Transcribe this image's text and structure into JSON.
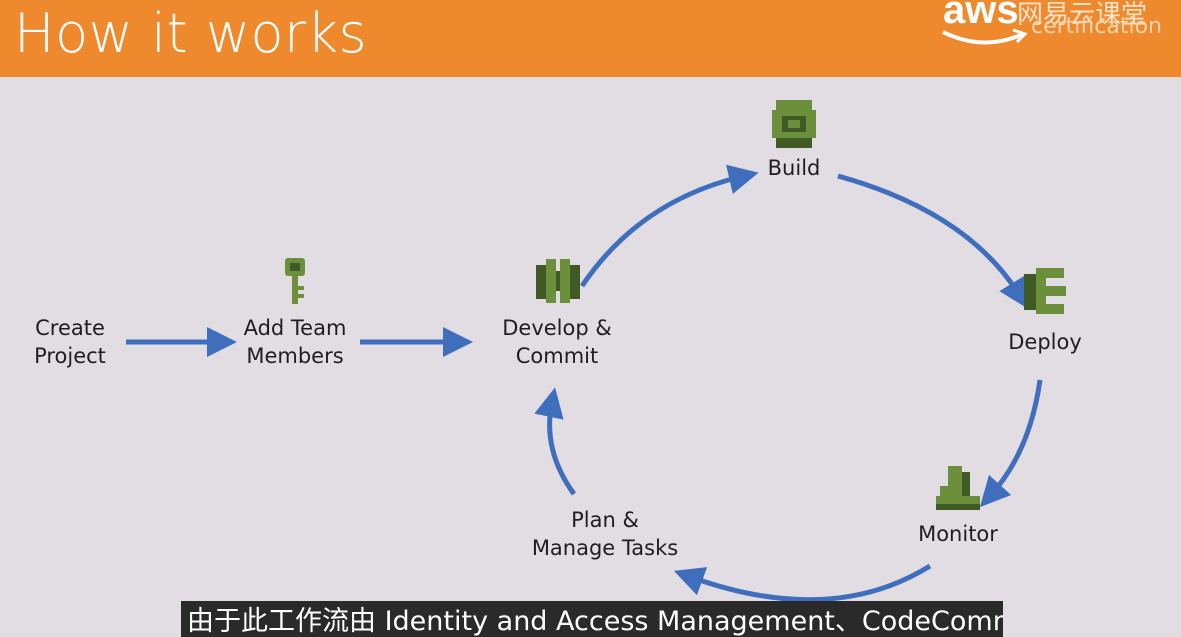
{
  "header": {
    "title": "How it works",
    "logo_aws": "aws",
    "logo_cn": "网易云课堂",
    "logo_cert": "certification"
  },
  "nodes": {
    "create_project": "Create\nProject",
    "add_team_members": "Add Team\nMembers",
    "develop_commit": "Develop &\nCommit",
    "build": "Build",
    "deploy": "Deploy",
    "monitor": "Monitor",
    "plan_manage": "Plan &\nManage Tasks"
  },
  "icons": {
    "add_team_members": "key-icon",
    "develop_commit": "codecommit-icon",
    "build": "codebuild-icon",
    "deploy": "codedeploy-icon",
    "monitor": "cloudwatch-icon"
  },
  "subtitle": "由于此工作流由 Identity and Access Management、CodeCommit",
  "colors": {
    "header": "#ee8a2d",
    "background": "#e2dde3",
    "arrow": "#3f6ebd",
    "icon_green": "#6b8f3a",
    "icon_dark": "#3f5a24"
  }
}
